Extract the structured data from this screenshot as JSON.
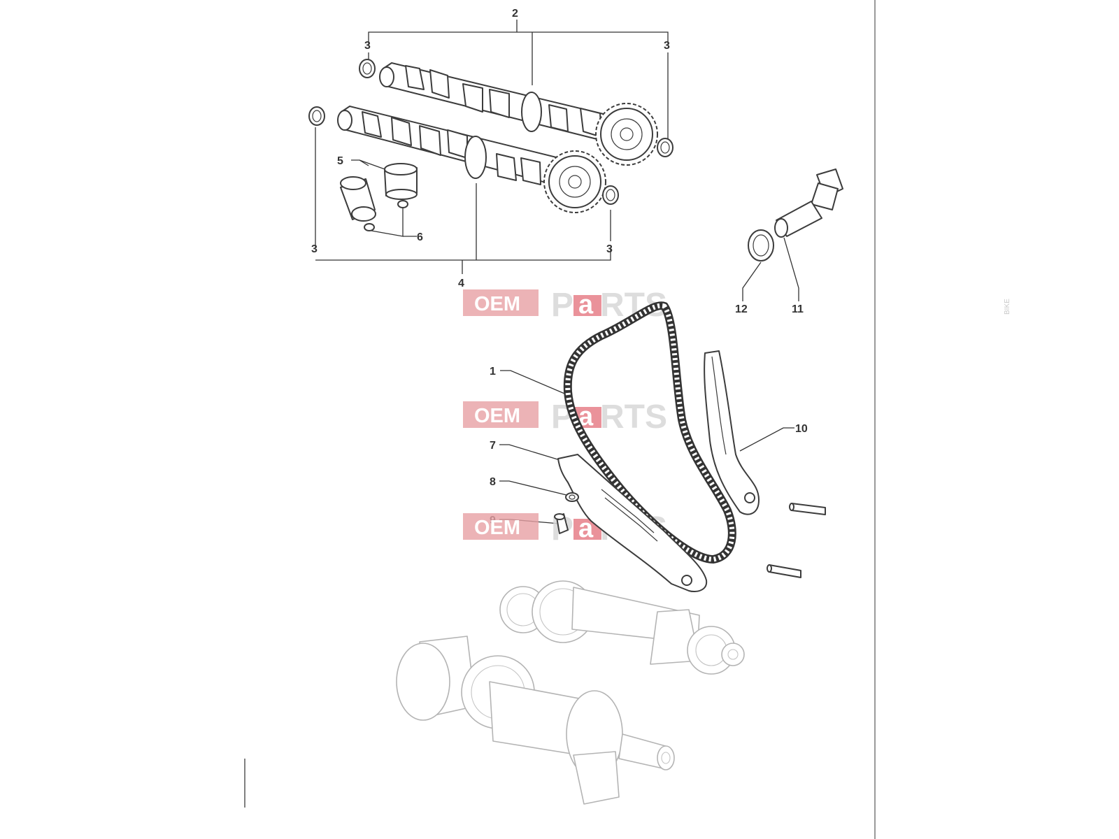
{
  "callouts": {
    "c1": "1",
    "c2": "2",
    "c3a": "3",
    "c3b": "3",
    "c3c": "3",
    "c3d": "3",
    "c4": "4",
    "c5": "5",
    "c6": "6",
    "c7": "7",
    "c8": "8",
    "c9": "9",
    "c10": "10",
    "c11": "11",
    "c12": "12"
  },
  "watermark": {
    "oem": "OEM",
    "bike": "BIKE",
    "p": "P",
    "a": "a",
    "rts": "RTS"
  },
  "icons": [
    "camshaft-icon",
    "sprocket-icon",
    "tappet-icon",
    "chain-icon",
    "chain-guide-icon",
    "tensioner-icon",
    "crankshaft-icon"
  ],
  "colors": {
    "line": "#333333",
    "faint": "#b4b4b4",
    "watermark_red": "#e36d78",
    "watermark_grey": "#d8d8d8"
  }
}
